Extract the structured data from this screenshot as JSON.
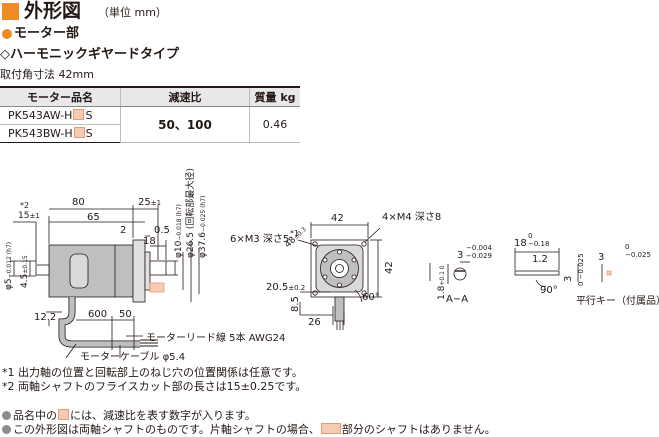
{
  "header": {
    "title": "外形図",
    "unit": "（単位 mm）"
  },
  "section": {
    "motor_label": "モーター部",
    "gear_label": "◇ハーモニックギヤードタイプ",
    "frame_label": "取付角寸法 42mm"
  },
  "table": {
    "headers": [
      "モーター品名",
      "減速比",
      "質量 kg"
    ],
    "rows": [
      {
        "name_prefix": "PK543AW-H",
        "name_suffix": "S",
        "ratio": "50、100",
        "mass": "0.46"
      },
      {
        "name_prefix": "PK543BW-H",
        "name_suffix": "S"
      }
    ]
  },
  "drawing": {
    "side": {
      "d80": "80",
      "d25": "25",
      "d25_tol": "±1",
      "d2": "2",
      "d05": "0.5",
      "d65": "65",
      "d18": "18",
      "d15": "15",
      "d15_tol": "±1",
      "note2": "*2",
      "phi5": "φ5",
      "phi5_tol": "−0.012 (h7)",
      "d45": "4.5",
      "d45_tol": "±0.15",
      "phi10": "φ10",
      "phi10_tol": "−0.018 (h7)",
      "phi265": "φ26.5 (回転部最大径)",
      "phi376": "φ37.6",
      "phi376_tol": "−0.025 (h7)",
      "d122": "12.2",
      "d600": "600",
      "d50": "50",
      "lead_label": "モーターリード線 5本 AWG24",
      "cable_label": "モーターケーブル φ5.4"
    },
    "front": {
      "d42_top": "42",
      "d42_side": "42",
      "screw4": "4×M4 深さ8",
      "screw6": "6×M3 深さ5",
      "note1": "*1",
      "d48": "48",
      "d48_tol": "±0.3",
      "d205": "20.5",
      "d205_tol": "±0.2",
      "d85": "8.5",
      "d26": "26",
      "ang60": "60°"
    },
    "section_aa": {
      "d3": "3",
      "d3_tol_a": "−0.004",
      "d3_tol_b": "−0.029",
      "d18": "1.8",
      "d18_tol": "+0.1 0",
      "label": "A−A"
    },
    "key": {
      "d18": "18",
      "d18_tol_a": "0",
      "d18_tol_b": "−0.18",
      "d12": "1.2",
      "d3": "3",
      "d3_tol": "0 −0.025",
      "d3b": "3",
      "d3b_tol_a": "0",
      "d3b_tol_b": "−0.025",
      "ang90": "90°",
      "label": "平行キー（付属品）"
    }
  },
  "notes": [
    "*1 出力軸の位置と回転部上のねじ穴の位置関係は任意です。",
    "*2 両軸シャフトのフライスカット部の長さは15±0.25です。"
  ],
  "footnotes": {
    "f1_pre": "品名中の",
    "f1_post": "には、減速比を表す数字が入ります。",
    "f2_pre": "この外形図は両軸シャフトのものです。片軸シャフトの場合、",
    "f2_post": "部分のシャフトはありません。"
  },
  "colors": {
    "accent": "#f08a22",
    "shaft_highlight": "#f6cbb3",
    "table_header": "#e8e8e8",
    "body_gray": "#bfbfbf"
  }
}
